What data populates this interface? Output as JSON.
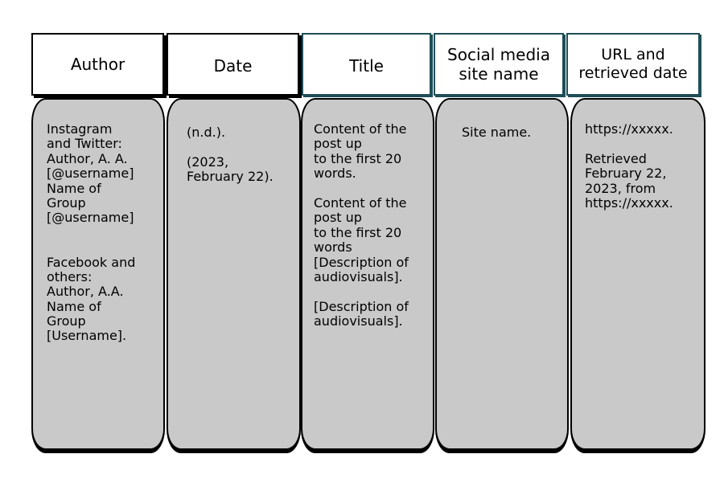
{
  "headers": {
    "author": "Author",
    "date": "Date",
    "title": "Title",
    "site": "Social media\nsite name",
    "url": "URL and\nretrieved date"
  },
  "columns": {
    "author": "Instagram\nand Twitter:\nAuthor, A. A.\n[@username]\nName of\nGroup\n[@username]\n\n\nFacebook and\nothers:\nAuthor, A.A.\nName of\nGroup\n[Username].",
    "date": "(n.d.).\n\n(2023,\nFebruary 22).",
    "title": "Content of the\npost up\nto the first 20\nwords.\n\nContent of the\npost up\nto the first 20\nwords\n[Description of\naudiovisuals].\n\n[Description of\naudiovisuals].",
    "site": "Site name.",
    "url": "https://xxxxx.\n\nRetrieved\nFebruary 22,\n2023, from\nhttps://xxxxx."
  }
}
